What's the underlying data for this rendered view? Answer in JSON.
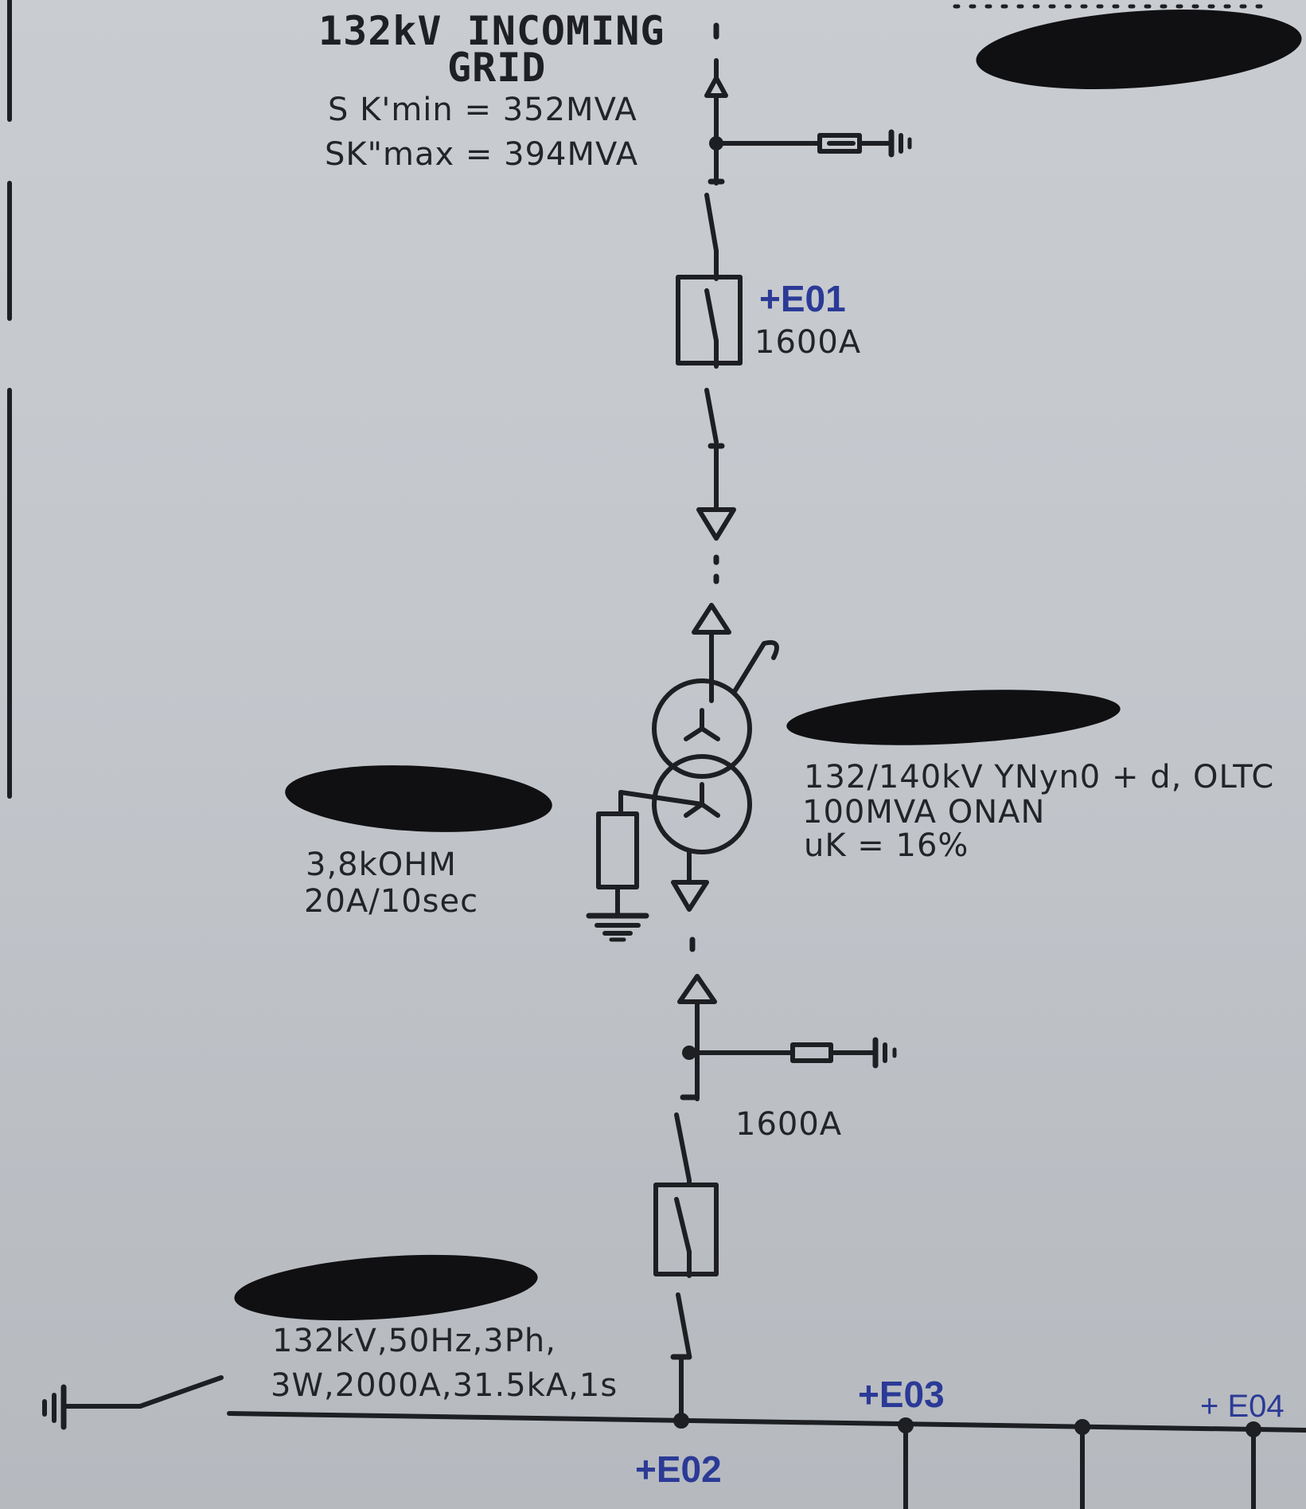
{
  "title": {
    "line1": "132kV INCOMING",
    "line2": "GRID"
  },
  "grid_params": {
    "sk_min": "S K'min = 352MVA",
    "sk_max": "SK\"max = 394MVA"
  },
  "feeder_top": {
    "ref": "+E01",
    "rating": "1600A"
  },
  "transformer": {
    "voltage_vector": "132/140kV    YNyn0 + d, OLTC",
    "power_cooling": "100MVA  ONAN",
    "impedance": "uK = 16%"
  },
  "resistor": {
    "resistance": "3,8kOHM",
    "duration": "20A/10sec"
  },
  "feeder_bottom": {
    "rating": "1600A"
  },
  "busbar": {
    "spec_line1": "132kV,50Hz,3Ph,",
    "spec_line2": "3W,2000A,31.5kA,1s",
    "ref_e02": "+E02",
    "ref_e03": "+E03",
    "ref_e04": "+ E04"
  },
  "colors": {
    "ink": "#1e1f22",
    "reference_blue": "#2b3a96",
    "paper": "#c6c9ce"
  }
}
